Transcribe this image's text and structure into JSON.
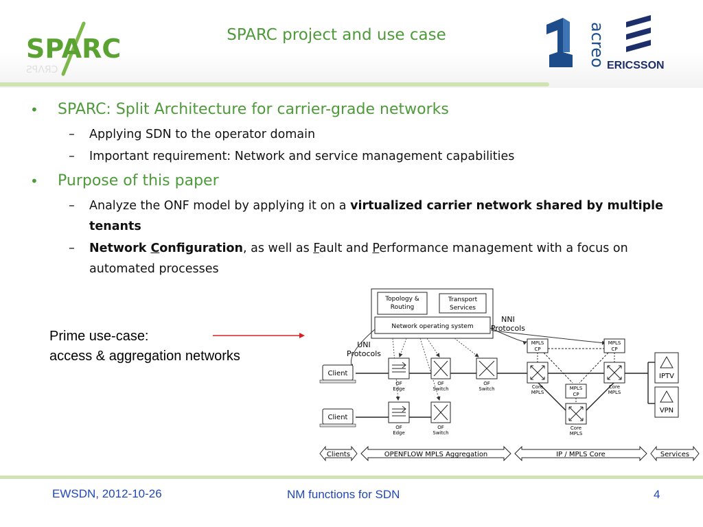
{
  "header": {
    "logo_text": "SPARC",
    "title": "SPARC project and use case",
    "partner_1": "acreo",
    "partner_2": "ERICSSON"
  },
  "bullets": [
    {
      "text": "SPARC: Split Architecture for carrier-grade networks",
      "sub": [
        "Applying SDN to the operator domain",
        "Important requirement: Network and service management capabilities"
      ]
    },
    {
      "text": "Purpose of this paper",
      "sub": [
        {
          "plain": "Analyze the ONF model by applying it on a ",
          "bold": "virtualized carrier network shared by multiple tenants"
        },
        {
          "bold_pre": "Network ",
          "bold_u": "C",
          "bold_post": "onfiguration",
          "text_1": ", as well as ",
          "u_1": "F",
          "text_2": "ault and ",
          "u_2": "P",
          "text_3": "erformance management with a focus on automated processes"
        }
      ]
    }
  ],
  "usecase": {
    "line1": "Prime use-case:",
    "line2": "access & aggregation networks"
  },
  "diagram": {
    "topology": [
      "Topology &",
      "Routing"
    ],
    "transport": [
      "Transport",
      "Services"
    ],
    "nos": "Network operating system",
    "nni": [
      "NNI",
      "Protocols"
    ],
    "uni": [
      "UNI",
      "Protocols"
    ],
    "client_top": "Client",
    "client_bottom": "Client",
    "of_edge_top": [
      "OF",
      "Edge"
    ],
    "of_switch_top1": [
      "OF",
      "Switch"
    ],
    "of_switch_top2": [
      "OF",
      "Switch"
    ],
    "of_edge_bottom": [
      "OF",
      "Edge"
    ],
    "of_switch_bottom": [
      "OF",
      "Switch"
    ],
    "mpls_cp_left": [
      "MPLS",
      "CP"
    ],
    "mpls_cp_right": [
      "MPLS",
      "CP"
    ],
    "mpls_cp_center": [
      "MPLS",
      "CP"
    ],
    "core_left": [
      "Core",
      "MPLS"
    ],
    "core_right": [
      "Core",
      "MPLS"
    ],
    "core_bottom": [
      "Core",
      "MPLS"
    ],
    "iptv": "IPTV",
    "vpn": "VPN",
    "seg_clients": "Clients",
    "seg_aggregation": "OPENFLOW MPLS Aggregation",
    "seg_core": "IP / MPLS Core",
    "seg_services": "Services"
  },
  "footer": {
    "left": "EWSDN, 2012-10-26",
    "center": "NM functions for SDN",
    "page": "4"
  },
  "colors": {
    "accent_green": "#4e9a3b",
    "footer_blue": "#1f47b8",
    "arrow_red": "#d92020",
    "acreo_blue": "#1d4c8a",
    "ericsson_blue": "#1c2f6b"
  }
}
